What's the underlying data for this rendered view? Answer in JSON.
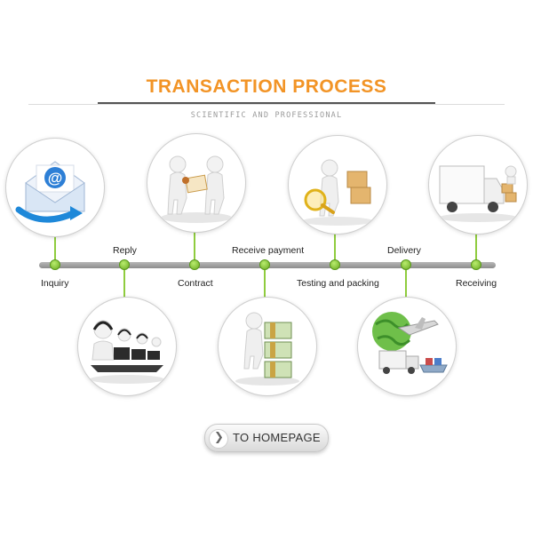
{
  "header": {
    "title": "TRANSACTION PROCESS",
    "subtitle": "SCIENTIFIC AND PROFESSIONAL"
  },
  "steps": [
    {
      "label": "Inquiry",
      "icon": "email-at-icon"
    },
    {
      "label": "Reply",
      "icon": "call-center-icon"
    },
    {
      "label": "Contract",
      "icon": "handshake-contract-icon"
    },
    {
      "label": "Receive payment",
      "icon": "money-stack-icon"
    },
    {
      "label": "Testing and packing",
      "icon": "inspection-magnifier-icon"
    },
    {
      "label": "Delivery",
      "icon": "global-shipping-icon"
    },
    {
      "label": "Receiving",
      "icon": "delivery-truck-icon"
    }
  ],
  "colors": {
    "title": "#f29426",
    "accent_green": "#8fcc3e",
    "timeline_gray": "#a3a3a3"
  },
  "home_button": {
    "label": "TO HOMEPAGE",
    "icon": "chevron-right-icon"
  }
}
